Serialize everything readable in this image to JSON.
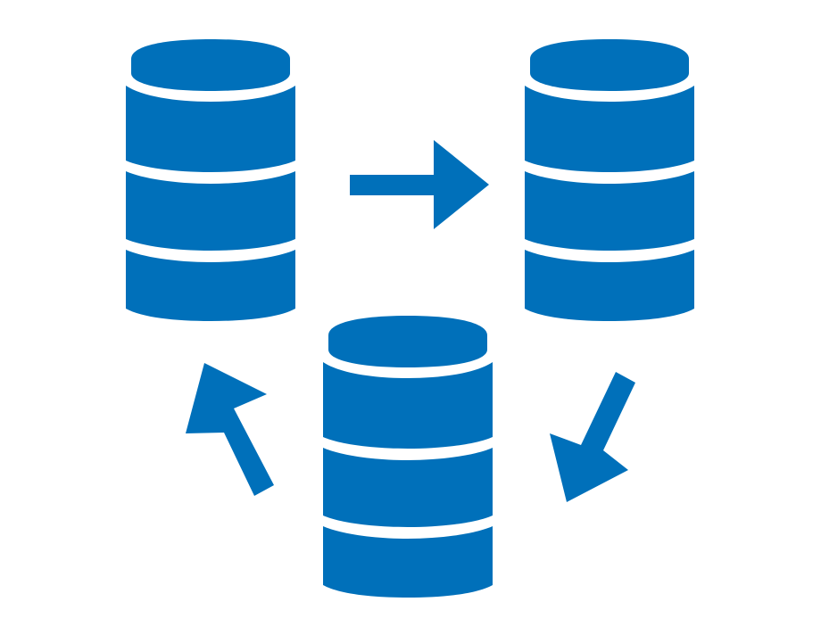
{
  "icon": {
    "name": "database-replication-icon",
    "color": "#0070ba",
    "background": "#ffffff",
    "databases": [
      {
        "id": "database-top-left",
        "role": "source"
      },
      {
        "id": "database-top-right",
        "role": "target"
      },
      {
        "id": "database-bottom-center",
        "role": "intermediate"
      }
    ],
    "arrows": [
      {
        "id": "arrow-right",
        "direction": "right"
      },
      {
        "id": "arrow-down-left",
        "direction": "down-left"
      },
      {
        "id": "arrow-up-left",
        "direction": "up-left"
      }
    ]
  }
}
